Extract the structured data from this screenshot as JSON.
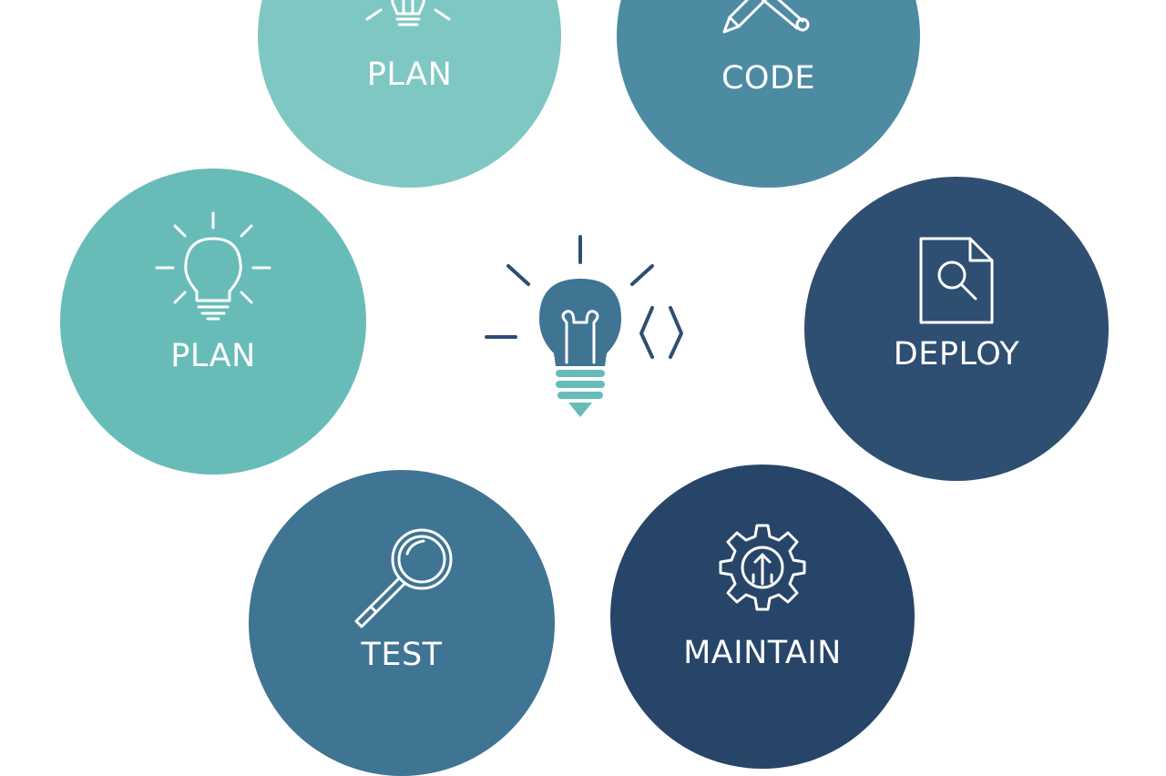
{
  "center": {
    "icon": "lightbulb-code-icon"
  },
  "nodes": {
    "plan_top": {
      "label": "PLAN",
      "icon": "lightbulb-icon",
      "color": "#7fc7c2"
    },
    "code": {
      "label": "CODE",
      "icon": "pencil-wrench-icon",
      "color": "#4d8ba3"
    },
    "plan_left": {
      "label": "PLAN",
      "icon": "lightbulb-icon",
      "color": "#68bcb8"
    },
    "deploy": {
      "label": "DEPLOY",
      "icon": "document-search-icon",
      "color": "#2e4e72"
    },
    "test": {
      "label": "TEST",
      "icon": "magnifier-icon",
      "color": "#3f7493"
    },
    "maintain": {
      "label": "MAINTAIN",
      "icon": "gear-icon",
      "color": "#274569"
    }
  }
}
